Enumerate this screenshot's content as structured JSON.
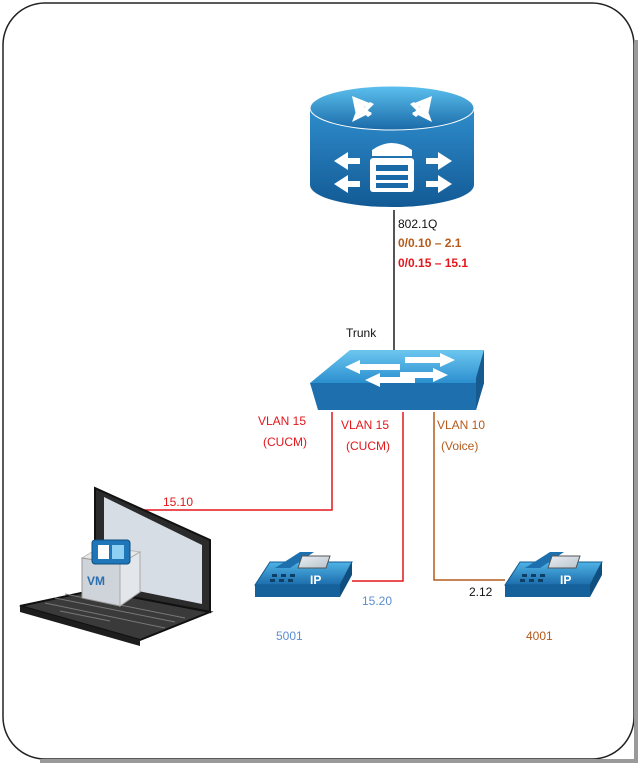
{
  "colors": {
    "device_blue": "#1b6fae",
    "device_blue_light": "#4fb0e2",
    "link_red": "#e4161b",
    "link_brown": "#b45a1a",
    "trunk_gray": "#555555",
    "label_blue": "#5b8fd0"
  },
  "router": {
    "icon": "router-icon",
    "encap_label": "802.1Q",
    "subif_voice": "0/0.10 – 2.1",
    "subif_cucm": "0/0.15 – 15.1"
  },
  "switch": {
    "icon": "switch-icon",
    "trunk_label": "Trunk"
  },
  "ports": {
    "vlan15_laptop": {
      "vlan": "VLAN 15",
      "name": "(CUCM)"
    },
    "vlan15_phone": {
      "vlan": "VLAN 15",
      "name": "(CUCM)"
    },
    "vlan10_phone": {
      "vlan": "VLAN 10",
      "name": "(Voice)"
    }
  },
  "laptop": {
    "icon": "laptop-icon",
    "vm_label": "VM",
    "ip": "15.10"
  },
  "phone_left": {
    "icon": "ip-phone-icon",
    "badge": "IP",
    "ip": "15.20",
    "extension": "5001"
  },
  "phone_right": {
    "icon": "ip-phone-icon",
    "badge": "IP",
    "ip": "2.12",
    "extension": "4001"
  }
}
